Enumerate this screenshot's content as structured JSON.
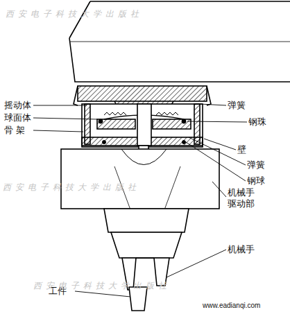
{
  "diagram": {
    "labels": [
      "摇动体",
      "球面体",
      "骨 架",
      "弹簧",
      "钢珠",
      "壁",
      "弹簧",
      "钢球",
      "机械手 驱动部",
      "机械手",
      "工件",
      "www.eadianqi.com",
      "西安电子科技大学出版社",
      "西安电子科技大学出版社",
      "西安电子科技大学出版社"
    ]
  }
}
